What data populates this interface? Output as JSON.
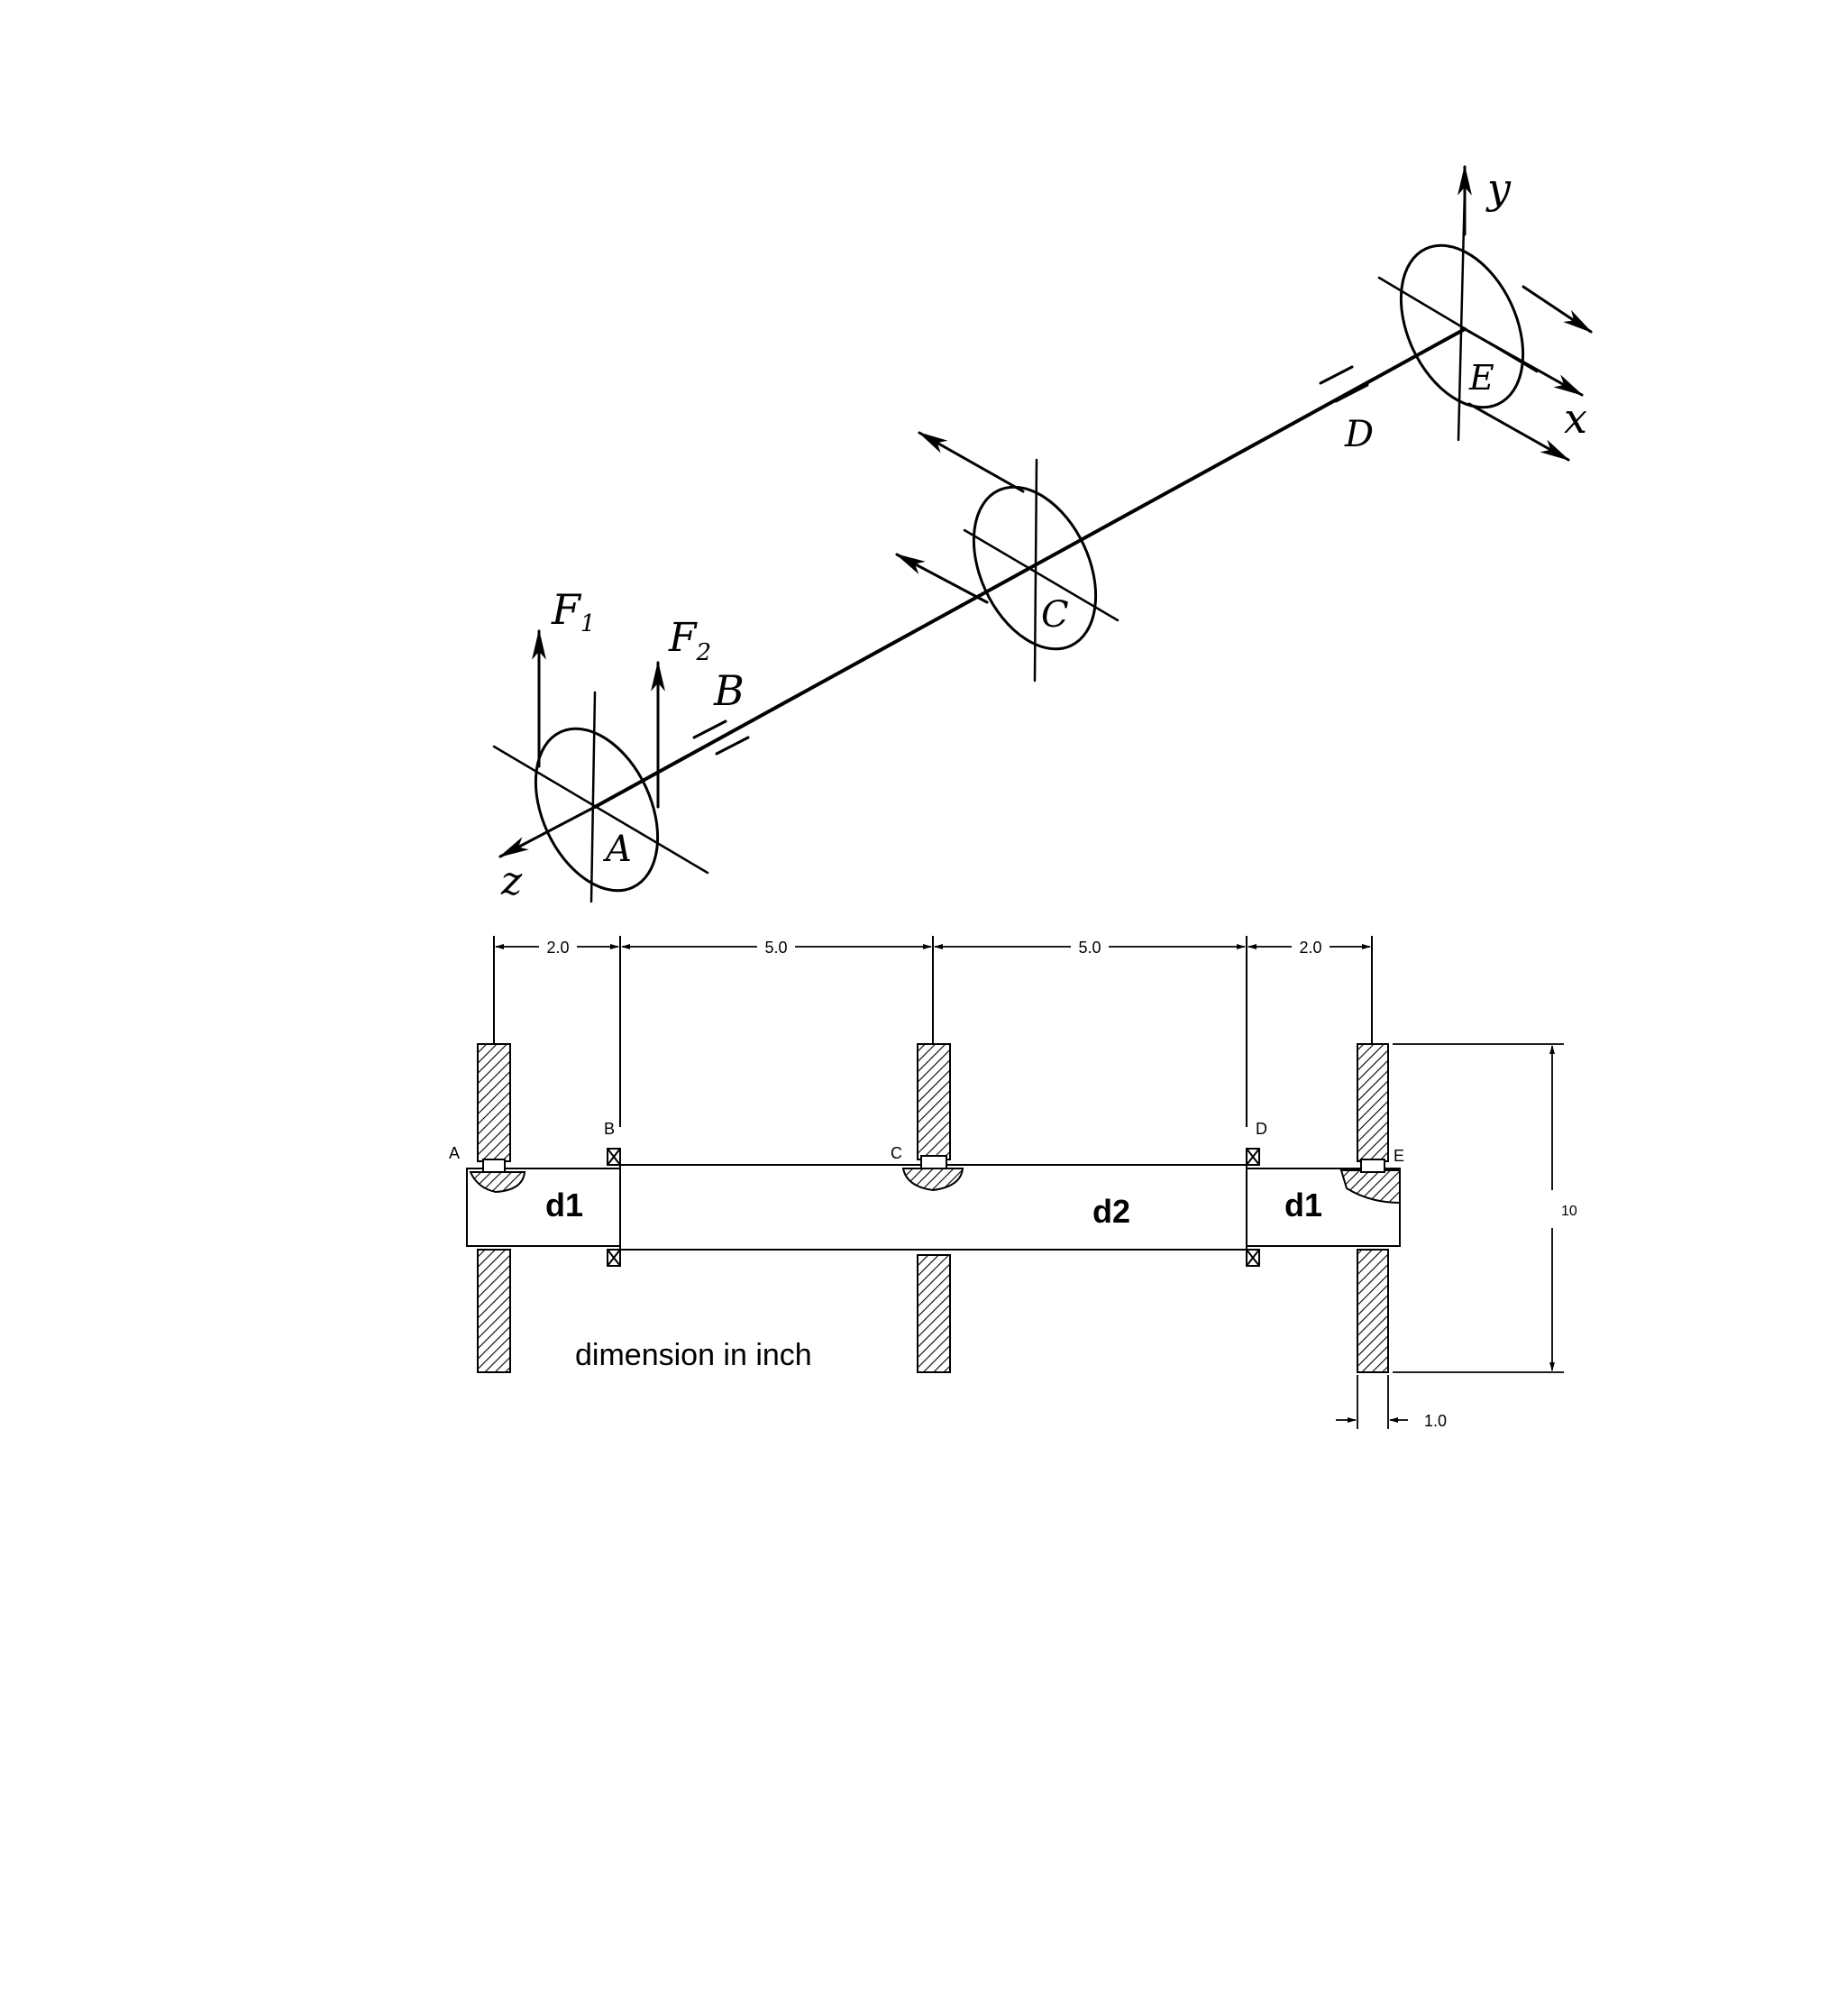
{
  "isometric": {
    "points": {
      "A": "A",
      "C": "C",
      "E": "E",
      "B": "B",
      "D": "D"
    },
    "forces": {
      "f1": "F",
      "f1_sub": "1",
      "f2": "F",
      "f2_sub": "2"
    },
    "axes": {
      "x": "x",
      "y": "y",
      "z": "z"
    }
  },
  "shaft": {
    "dimensions": {
      "ab": "2.0",
      "bc": "5.0",
      "cd": "5.0",
      "de": "2.0"
    },
    "points": {
      "A": "A",
      "B": "B",
      "C": "C",
      "D": "D",
      "E": "E"
    },
    "diameters": {
      "left": "d1",
      "middle": "d2",
      "right": "d1"
    },
    "gear_diameter": "10",
    "gear_width": "1.0",
    "note": "dimension in inch"
  }
}
